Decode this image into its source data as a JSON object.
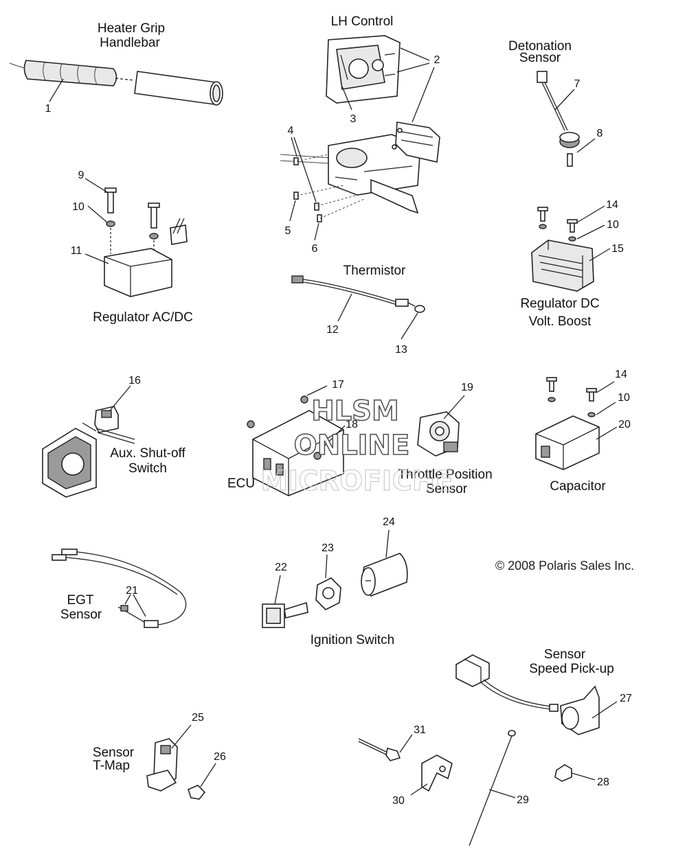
{
  "labels": {
    "heater_grip": [
      "Heater Grip",
      "Handlebar"
    ],
    "lh_control": [
      "LH Control"
    ],
    "detonation_sensor": [
      "Detonation",
      "Sensor"
    ],
    "regulator_acdc": [
      "Regulator AC/DC"
    ],
    "thermistor": [
      "Thermistor"
    ],
    "regulator_dc": [
      "Regulator DC",
      "Volt. Boost"
    ],
    "aux_shutoff": [
      "Aux. Shut-off",
      "Switch"
    ],
    "ecu": [
      "ECU"
    ],
    "throttle_position": [
      "Throttle Position",
      "Sensor"
    ],
    "capacitor": [
      "Capacitor"
    ],
    "egt_sensor": [
      "EGT",
      "Sensor"
    ],
    "ignition_switch": [
      "Ignition Switch"
    ],
    "speed_pickup": [
      "Sensor",
      "Speed Pick-up"
    ],
    "tmap": [
      "Sensor",
      "T-Map"
    ]
  },
  "copyright": "© 2008 Polaris Sales Inc.",
  "watermark": [
    "HLSM",
    "ONLINE",
    "MICROFICHE"
  ],
  "part_numbers": {
    "n1": "1",
    "n2": "2",
    "n3": "3",
    "n4": "4",
    "n5": "5",
    "n6": "6",
    "n7": "7",
    "n8": "8",
    "n9": "9",
    "n10a": "10",
    "n10b": "10",
    "n10c": "10",
    "n11": "11",
    "n12": "12",
    "n13": "13",
    "n14a": "14",
    "n14b": "14",
    "n15": "15",
    "n16": "16",
    "n17": "17",
    "n18": "18",
    "n19": "19",
    "n20": "20",
    "n21": "21",
    "n22": "22",
    "n23": "23",
    "n24": "24",
    "n25": "25",
    "n26": "26",
    "n27": "27",
    "n28": "28",
    "n29": "29",
    "n30": "30",
    "n31": "31"
  }
}
